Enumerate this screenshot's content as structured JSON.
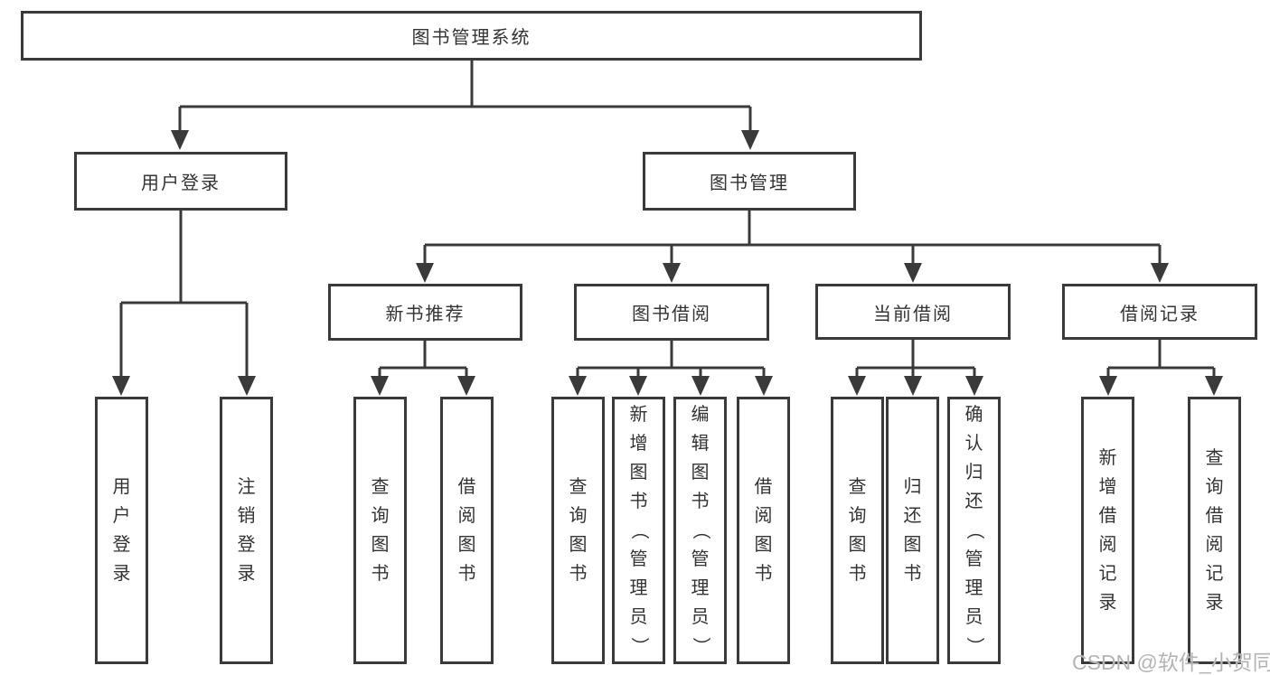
{
  "diagram": {
    "root": {
      "label": "图书管理系统",
      "children": [
        {
          "label": "用户登录",
          "children": [
            {
              "label": "用户登录"
            },
            {
              "label": "注销登录"
            }
          ]
        },
        {
          "label": "图书管理",
          "children": [
            {
              "label": "新书推荐",
              "children": [
                {
                  "label": "查询图书"
                },
                {
                  "label": "借阅图书"
                }
              ]
            },
            {
              "label": "图书借阅",
              "children": [
                {
                  "label": "查询图书"
                },
                {
                  "label": "新增图书（管理员）"
                },
                {
                  "label": "编辑图书（管理员）"
                },
                {
                  "label": "借阅图书"
                }
              ]
            },
            {
              "label": "当前借阅",
              "children": [
                {
                  "label": "查询图书"
                },
                {
                  "label": "归还图书"
                },
                {
                  "label": "确认归还（管理员）"
                }
              ]
            },
            {
              "label": "借阅记录",
              "children": [
                {
                  "label": "新增借阅记录"
                },
                {
                  "label": "查询借阅记录"
                }
              ]
            }
          ]
        }
      ]
    }
  },
  "watermark": {
    "text": "CSDN @软件_小贺同学"
  },
  "colors": {
    "line": "#3a3a3a",
    "text": "#333333",
    "background": "#ffffff",
    "watermark": "#b4b4b4"
  }
}
